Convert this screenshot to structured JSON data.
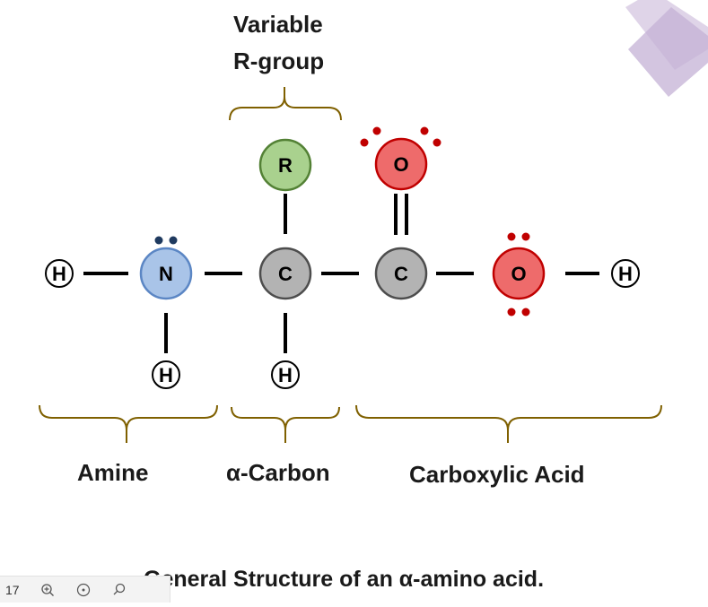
{
  "labels": {
    "r_group_title_1": "Variable",
    "r_group_title_2": "R-group",
    "amine": "Amine",
    "alpha_carbon": "α-Carbon",
    "carboxylic_acid": "Carboxylic Acid",
    "caption": "General Structure of an α-amino acid."
  },
  "atoms": {
    "h_left": "H",
    "n": "N",
    "c_alpha": "C",
    "c_carbonyl": "C",
    "o_hydroxyl": "O",
    "h_right": "H",
    "h_below_n": "H",
    "h_below_c": "H",
    "r": "R",
    "o_carbonyl": "O"
  },
  "colors": {
    "nitrogen": "#a9c4e8",
    "carbon": "#b3b3b3",
    "oxygen": "#ee6b6b",
    "r_group": "#a9d18e",
    "lone_pair_n": "#1f3a5f",
    "lone_pair_o": "#c00000",
    "brace": "#7f6000",
    "decor": "#c9b8d8"
  },
  "toolbar": {
    "page_number": "17",
    "zoom_in_icon": "zoom-in-icon",
    "fit_icon": "fit-page-icon",
    "search_icon": "search-icon"
  }
}
